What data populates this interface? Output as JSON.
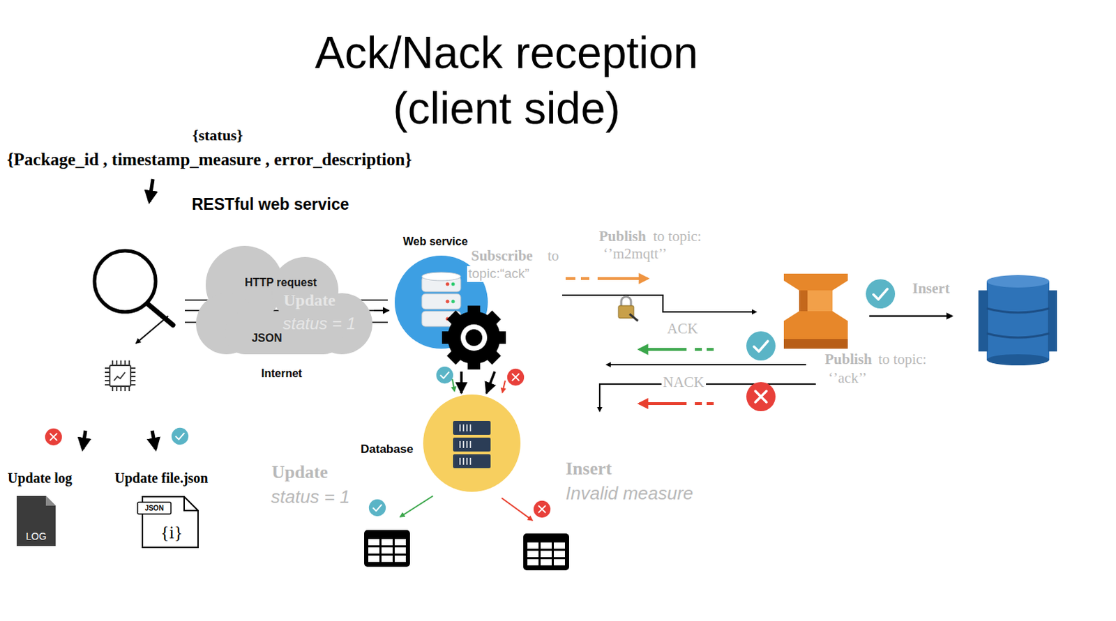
{
  "diagram": {
    "title": "Ack/Nack reception (client side)",
    "nodes": [
      {
        "text": [
          "HTTP request",
          "JSON"
        ]
      },
      {
        "text": [
          "Web service"
        ]
      },
      {
        "text": [
          "Database"
        ]
      },
      {
        "text": [
          "Update log",
          "LOG"
        ]
      },
      {
        "text": [
          "Update file.json",
          "JSON",
          "{i}"
        ]
      }
    ],
    "edges": [
      {
        "from": 0,
        "to": 1,
        "arrow": "to"
      },
      {
        "from": 1,
        "to": 2,
        "arrow": "to"
      },
      {
        "from": 1,
        "to": 2,
        "arrow": "to"
      }
    ],
    "labels": [
      "{status}",
      "{Package_id , timestamp_measure , error_description}",
      "RESTful web service",
      "Internet",
      "Update",
      "status = 1",
      "Subscribe",
      "to",
      "topic:“ack”",
      "Publish",
      "to topic:",
      "‘’m2mqtt’’",
      "Insert",
      "ACK",
      "Publish",
      "to topic:",
      "‘’ack’’",
      "NACK",
      "Update",
      "status = 1",
      "Insert",
      "Invalid measure"
    ]
  }
}
